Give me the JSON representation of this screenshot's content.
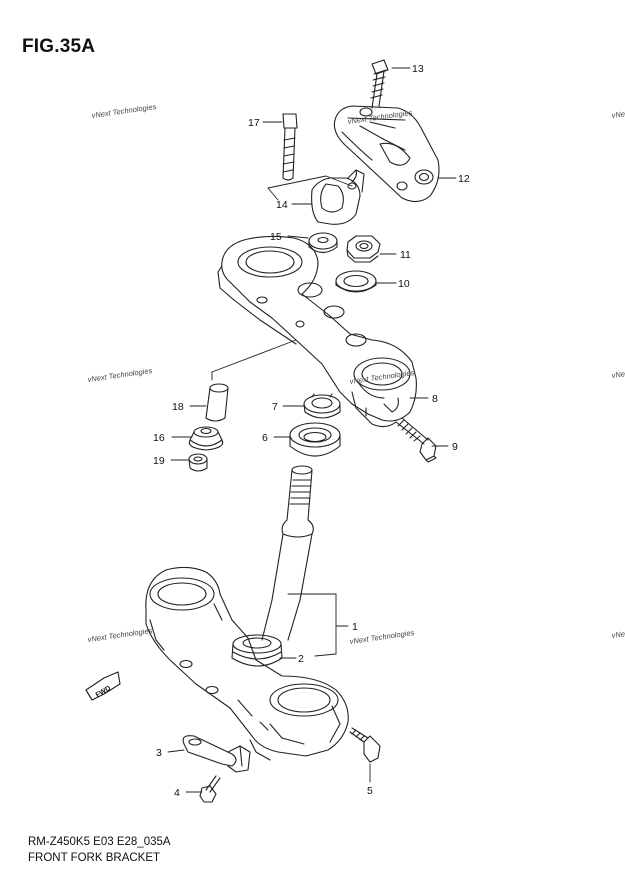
{
  "figure": {
    "title": "FIG.35A",
    "code": "RM-Z450K5 E03 E28_035A",
    "caption": "FRONT FORK BRACKET"
  },
  "watermark": {
    "text": "vNext Technologies"
  },
  "direction_tag": "FWD",
  "callouts": [
    {
      "id": "13",
      "label": "13"
    },
    {
      "id": "17",
      "label": "17"
    },
    {
      "id": "12",
      "label": "12"
    },
    {
      "id": "14",
      "label": "14"
    },
    {
      "id": "15",
      "label": "15"
    },
    {
      "id": "11",
      "label": "11"
    },
    {
      "id": "10",
      "label": "10"
    },
    {
      "id": "8",
      "label": "8"
    },
    {
      "id": "18",
      "label": "18"
    },
    {
      "id": "7",
      "label": "7"
    },
    {
      "id": "16",
      "label": "16"
    },
    {
      "id": "6",
      "label": "6"
    },
    {
      "id": "9",
      "label": "9"
    },
    {
      "id": "19",
      "label": "19"
    },
    {
      "id": "1",
      "label": "1"
    },
    {
      "id": "2",
      "label": "2"
    },
    {
      "id": "3",
      "label": "3"
    },
    {
      "id": "4",
      "label": "4"
    },
    {
      "id": "5",
      "label": "5"
    }
  ]
}
